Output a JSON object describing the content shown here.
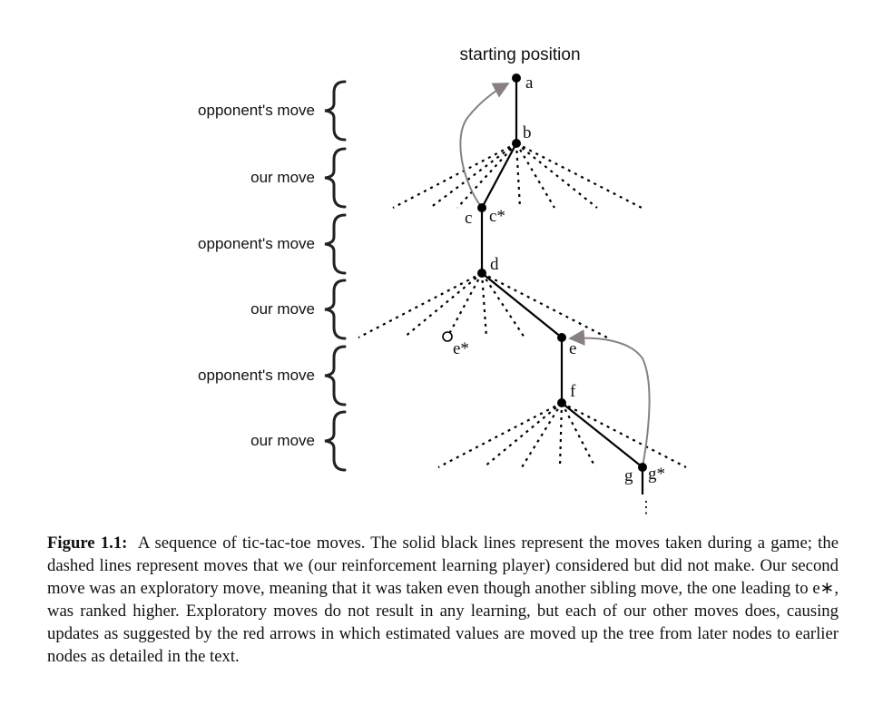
{
  "figure": {
    "top_label": "starting position",
    "level_labels": [
      "opponent's move",
      "our move",
      "opponent's move",
      "our move",
      "opponent's move",
      "our move"
    ],
    "node_labels": {
      "a": "a",
      "b": "b",
      "c": "c",
      "c_star": "c*",
      "d": "d",
      "e": "e",
      "e_star": "e*",
      "f": "f",
      "g": "g",
      "g_star": "g*"
    },
    "continuation": "⋮",
    "colors": {
      "solid": "#000000",
      "dashed": "#000000",
      "arrow": "#8a7f80"
    }
  },
  "caption": {
    "label": "Figure 1.1:",
    "text": "A sequence of tic-tac-toe moves. The solid black lines represent the moves taken during a game; the dashed lines represent moves that we (our reinforcement learning player) considered but did not make. Our second move was an exploratory move, meaning that it was taken even though another sibling move, the one leading to e∗, was ranked higher. Exploratory moves do not result in any learning, but each of our other moves does, causing updates as suggested by the red arrows in which estimated values are moved up the tree from later nodes to earlier nodes as detailed in the text."
  }
}
